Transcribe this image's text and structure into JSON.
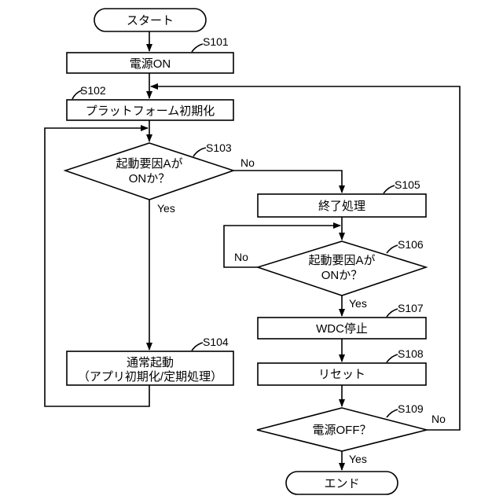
{
  "start": "スタート",
  "end": "エンド",
  "steps": {
    "s101": {
      "id": "S101",
      "text": "電源ON"
    },
    "s102": {
      "id": "S102",
      "text": "プラットフォーム初期化"
    },
    "s103": {
      "id": "S103",
      "line1": "起動要因Aが",
      "line2": "ONか？"
    },
    "s104": {
      "id": "S104",
      "line1": "通常起動",
      "line2": "（アプリ初期化/定期処理）"
    },
    "s105": {
      "id": "S105",
      "text": "終了処理"
    },
    "s106": {
      "id": "S106",
      "line1": "起動要因Aが",
      "line2": "ONか？"
    },
    "s107": {
      "id": "S107",
      "text": "WDC停止"
    },
    "s108": {
      "id": "S108",
      "text": "リセット"
    },
    "s109": {
      "id": "S109",
      "text": "電源OFF？"
    }
  },
  "branches": {
    "yes": "Yes",
    "no": "No"
  }
}
